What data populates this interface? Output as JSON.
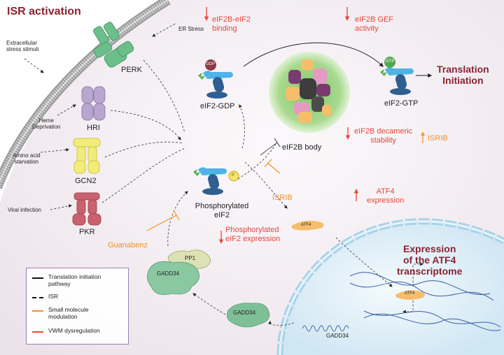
{
  "title": "ISR activation",
  "stimuli": {
    "er_stress": "ER Stress",
    "extracellular": [
      "Extracellular",
      "stress stimuli"
    ],
    "heme": [
      "Heme",
      "Deprivation"
    ],
    "amino": [
      "Amino acid",
      "starvation"
    ],
    "viral": "Viral infection"
  },
  "kinases": {
    "perk": "PERK",
    "hri": "HRI",
    "gcn2": "GCN2",
    "pkr": "PKR"
  },
  "molecules": {
    "gdp": "GDP",
    "gtp": "GTP",
    "p": "P",
    "atf4_small": "ATF4",
    "pp1": "PP1",
    "gadd34": "GADD34"
  },
  "nodes": {
    "eif2_gdp": "eIF2-GDP",
    "eif2_gtp": "eIF2-GTP",
    "eif2b_body": "eIF2B body",
    "phospho_eif2": [
      "Phosphorylated",
      "eIF2"
    ],
    "translation_initiation": [
      "Translation",
      "Initiation"
    ],
    "atf4_transcriptome": [
      "Expression",
      "of the ATF4",
      "transcriptome"
    ],
    "gadd34_mrna": "GADD34"
  },
  "dysregulation": {
    "binding": [
      "eIF2B-eIF2",
      "binding"
    ],
    "gef": [
      "eIF2B GEF",
      "activity"
    ],
    "decameric": [
      "eIF2B decameric",
      "stability"
    ],
    "atf4_expression": [
      "ATF4",
      "expression"
    ],
    "phospho_expression": [
      "Phosphorylated",
      "eIF2 expression"
    ]
  },
  "modulators": {
    "isrib_1": "ISRIB",
    "isrib_2": "ISRIB",
    "guanabenz": "Guanabenz"
  },
  "legend": [
    {
      "label": [
        "Translation initiation",
        "pathway"
      ],
      "style": "solid",
      "color": "#111111"
    },
    {
      "label": [
        "ISR"
      ],
      "style": "dashed",
      "color": "#111111"
    },
    {
      "label": [
        "Small molecule",
        "modulation"
      ],
      "style": "solid",
      "color": "#f39224"
    },
    {
      "label": [
        "VWM dysregulation"
      ],
      "style": "solid",
      "color": "#e5473b"
    }
  ],
  "colors": {
    "dysregulation_red": "#e5473b",
    "modulation_orange": "#f39224",
    "title_maroon": "#8b2331",
    "perk_green": "#6cbf8a",
    "hri_purple": "#b9a6cf",
    "gcn2_yellow": "#f2ec7a",
    "pkr_red": "#c9616f",
    "nucleus_blue": "#cfe6f3"
  }
}
